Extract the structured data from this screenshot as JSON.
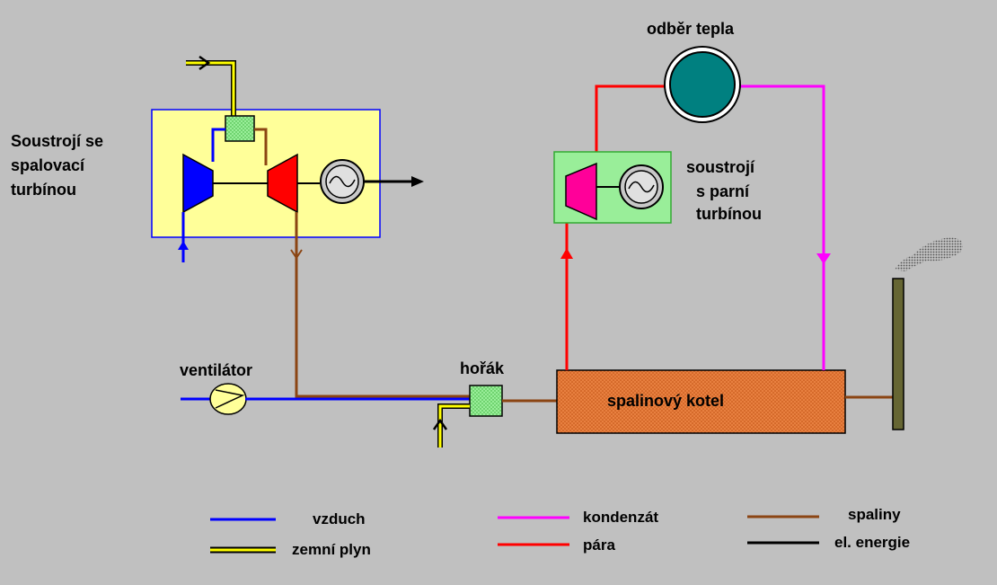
{
  "labels": {
    "gas_turbine_set": [
      "Soustrojí se",
      "spalovací",
      "turbínou"
    ],
    "steam_turbine_set": [
      "soustrojí",
      "s parní",
      "turbínou"
    ],
    "heat_consumption": "odběr tepla",
    "fan": "ventilátor",
    "burner": "hořák",
    "boiler": "spalinový  kotel"
  },
  "legend": {
    "items": [
      {
        "label": "vzduch",
        "color": "#0000ff"
      },
      {
        "label": "zemní plyn",
        "color": "#ffff00"
      },
      {
        "label": "kondenzát",
        "color": "#ff00ff"
      },
      {
        "label": "pára",
        "color": "#ff0000"
      },
      {
        "label": "spaliny",
        "color": "#8b4513"
      },
      {
        "label": "el. energie",
        "color": "#000000"
      }
    ]
  },
  "colors": {
    "background": "#c0c0c0",
    "gas_turbine_box": "#ffff99",
    "steam_turbine_box": "#99ee99",
    "compressor": "#0000ff",
    "gas_turbine": "#ff0000",
    "steam_turbine": "#ff0099",
    "heat_exchanger": "#008080",
    "boiler": "#e07b39",
    "stack": "#666633",
    "burner": "#99ee99"
  }
}
